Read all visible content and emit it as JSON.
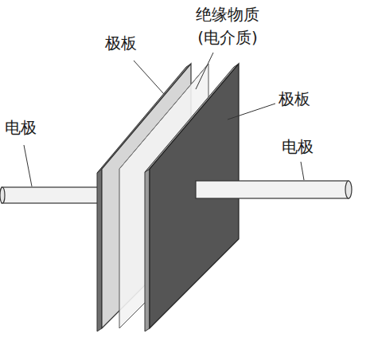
{
  "diagram": {
    "labels": [
      "极板",
      "绝缘物质 (电介质)",
      "极板",
      "电极",
      "电极"
    ]
  }
}
